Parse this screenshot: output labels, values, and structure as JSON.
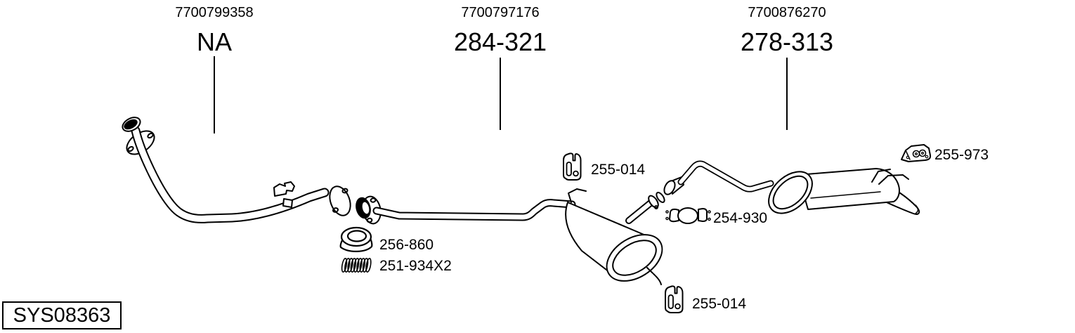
{
  "system_code": "SYS08363",
  "colors": {
    "ink": "#000000",
    "background": "#ffffff"
  },
  "sections": [
    {
      "ref_number": "7700799358",
      "part_code": "NA"
    },
    {
      "ref_number": "7700797176",
      "part_code": "284-321"
    },
    {
      "ref_number": "7700876270",
      "part_code": "278-313"
    }
  ],
  "fittings": {
    "hanger_top": {
      "part_code": "255-014",
      "icon": "rubber-hanger-icon"
    },
    "gasket": {
      "part_code": "256-860",
      "icon": "gasket-ring-icon"
    },
    "spring": {
      "part_code": "251-934X2",
      "icon": "coil-spring-icon"
    },
    "clamp": {
      "part_code": "254-930",
      "icon": "pipe-clamp-icon"
    },
    "hanger_bottom": {
      "part_code": "255-014",
      "icon": "rubber-hanger-icon"
    },
    "mount": {
      "part_code": "255-973",
      "icon": "rubber-mount-icon"
    }
  }
}
